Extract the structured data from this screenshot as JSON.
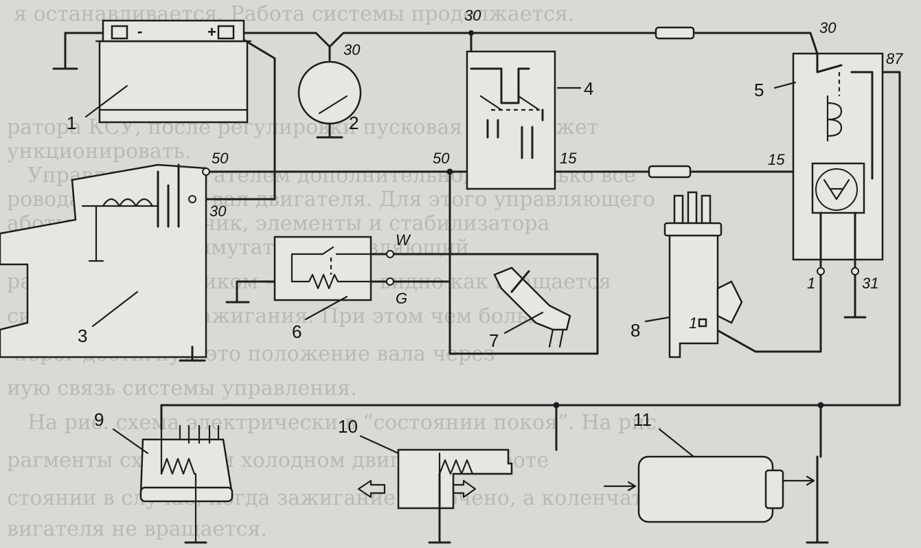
{
  "colors": {
    "ink": "#1d1d1d",
    "paper": "#d9d9d6",
    "bleed": "#b9b9b6"
  },
  "components": {
    "c1": "1",
    "c2": "2",
    "c3": "3",
    "c4": "4",
    "c5": "5",
    "c6": "6",
    "c7": "7",
    "c8": "8",
    "c9": "9",
    "c10": "10",
    "c11": "11"
  },
  "terminals": {
    "t30_top": "30",
    "t30_gen": "30",
    "t30_relay": "30",
    "t87": "87",
    "t50_starter": "50",
    "t30_starter": "30",
    "t50_switch": "50",
    "t15_switch": "15",
    "t15_relay": "15",
    "t1_relay": "1",
    "t31": "31",
    "t1_dist": "1",
    "tW": "W",
    "tG": "G"
  },
  "battery": {
    "minus": "-",
    "plus": "+"
  },
  "background_text": [
    "я останавливается. Работа системы продолжается.",
    "ратора КСУ, после регулировки пусковая фаза может",
    "ункционировать.",
    "Управление двигателем дополнительно, как только все",
    "ровода связанный вал двигателя. Для этого управляющего",
    "аботы служит датчик, элементы и стабилизатора",
    "манда идет на коммутатор. Управляющий",
    "расчитывает датчиком — хорошо видно как вращается",
    "си и положение зажигания. При этом чем больше",
    "порог достигнут, это положение вала через",
    "иую связь системы управления.",
    "На рис. схема электрически в “состоянии покоя”. На рис.",
    "рагменты схемы при холодном двигателе, работе",
    "стоянии в случае, когда зажигание включено, а коленчатый вал",
    "вигателя не вращается."
  ]
}
